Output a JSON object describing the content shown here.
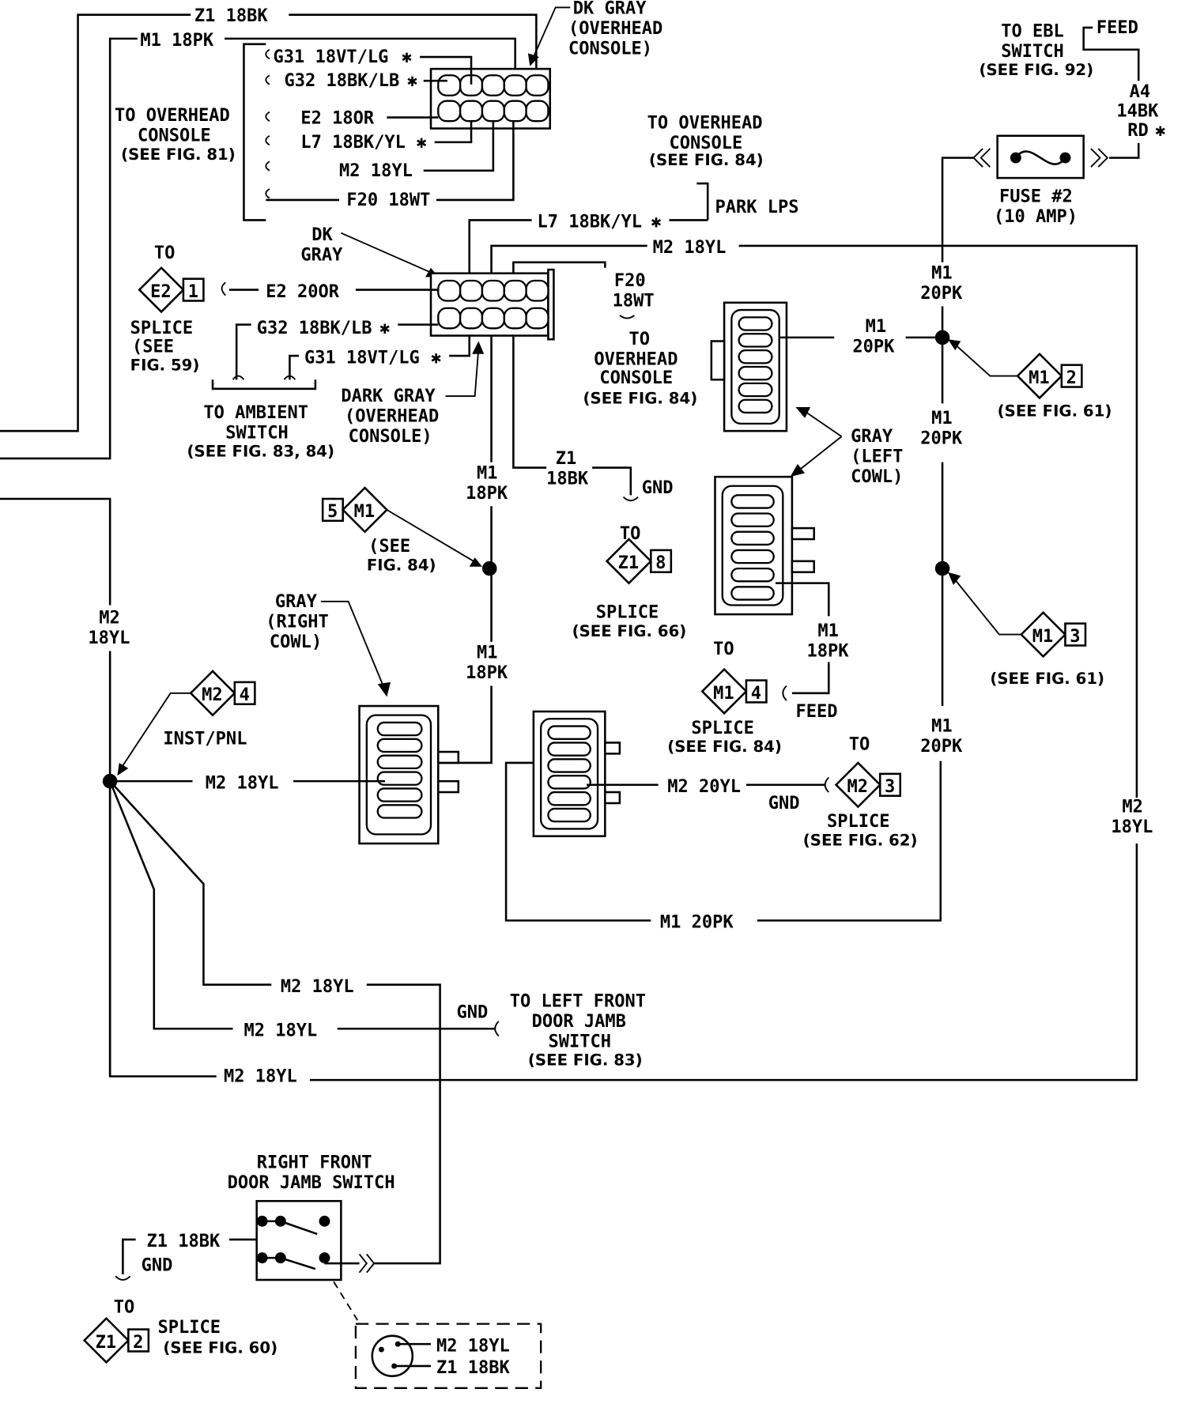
{
  "top": {
    "z1_18bk": "Z1 18BK",
    "m1_18pk": "M1 18PK",
    "dk_gray_overhead": [
      "DK GRAY",
      "(OVERHEAD",
      "CONSOLE)"
    ],
    "g31": "G31 18VT/LG",
    "g32": "G32 18BK/LB",
    "e2_18or": "E2 18OR",
    "l7_18bkyl": "L7 18BK/YL",
    "m2_18yl": "M2 18YL",
    "f20_18wt": "F20 18WT",
    "to_overhead_81": [
      "TO OVERHEAD",
      "CONSOLE",
      "(SEE FIG. 81)"
    ],
    "ebl": [
      "TO EBL",
      "SWITCH",
      "(SEE FIG. 92)"
    ],
    "feed": "FEED",
    "a4": [
      "A4",
      "14BK",
      "RD"
    ],
    "fuse": [
      "FUSE #2",
      "(10 AMP)"
    ],
    "to_overhead_84": [
      "TO OVERHEAD",
      "CONSOLE",
      "(SEE FIG. 84)"
    ],
    "park_lps": "PARK LPS"
  },
  "middle": {
    "l7": "L7 18BK/YL",
    "m2": "M2 18YL",
    "dk_gray": [
      "DK",
      "GRAY"
    ],
    "to": "TO",
    "e2_badge": "E2",
    "e2_pin": "1",
    "e2_20or": "E2 20OR",
    "splice_59": [
      "SPLICE",
      "(SEE",
      "FIG. 59)"
    ],
    "g32": "G32 18BK/LB",
    "g31": "G31 18VT/LG",
    "f20": [
      "F20",
      "18WT"
    ],
    "to_overhead_84": [
      "TO",
      "OVERHEAD",
      "CONSOLE",
      "(SEE FIG. 84)"
    ],
    "dark_gray_overhead": [
      "DARK GRAY",
      "(OVERHEAD",
      "CONSOLE)"
    ],
    "ambient": [
      "TO AMBIENT",
      "SWITCH",
      "(SEE FIG. 83, 84)"
    ],
    "z1_18bk": [
      "Z1",
      "18BK"
    ],
    "gnd": "GND",
    "z1_badge": "Z1",
    "z1_pin": "8",
    "splice_66": [
      "SPLICE",
      "(SEE FIG. 66)"
    ],
    "m1_18pk": [
      "M1",
      "18PK"
    ],
    "m1_badge5": "M1",
    "m1_pin5": "5",
    "see_84": [
      "(SEE",
      "FIG. 84)"
    ],
    "gray_right_cowl": [
      "GRAY",
      "(RIGHT",
      "COWL)"
    ],
    "gray_left_cowl": [
      "GRAY",
      "(LEFT",
      "COWL)"
    ],
    "m1_20pk": [
      "M1",
      "20PK"
    ],
    "m1_badge2": "M1",
    "m1_pin2": "2",
    "see_61": "(SEE FIG. 61)",
    "m1_badge3": "M1",
    "m1_pin3": "3",
    "m1_badge4": "M1",
    "m1_pin4": "4",
    "splice_84": [
      "SPLICE",
      "(SEE FIG. 84)"
    ],
    "m2_20yl": "M2 20YL",
    "m2_badge3": "M2",
    "m2_pin3": "3",
    "splice_62": [
      "SPLICE",
      "(SEE FIG. 62)"
    ],
    "m1_20pk_bottom": "M1 20PK",
    "m2_18yl_v": [
      "M2",
      "18YL"
    ],
    "m2_badge4": "M2",
    "m2_pin4": "4",
    "inst_pnl": "INST/PNL"
  },
  "bottom": {
    "m2_18yl": "M2 18YL",
    "gnd": "GND",
    "to_left_front": [
      "TO LEFT FRONT",
      "DOOR JAMB",
      "SWITCH",
      "(SEE FIG. 83)"
    ],
    "right_front": [
      "RIGHT FRONT",
      "DOOR JAMB SWITCH"
    ],
    "z1_18bk": "Z1 18BK",
    "z1_badge": "Z1",
    "z1_pin": "2",
    "splice_60": [
      "SPLICE",
      "(SEE FIG. 60)"
    ],
    "detail_m2": "M2 18YL",
    "detail_z1": "Z1 18BK"
  }
}
